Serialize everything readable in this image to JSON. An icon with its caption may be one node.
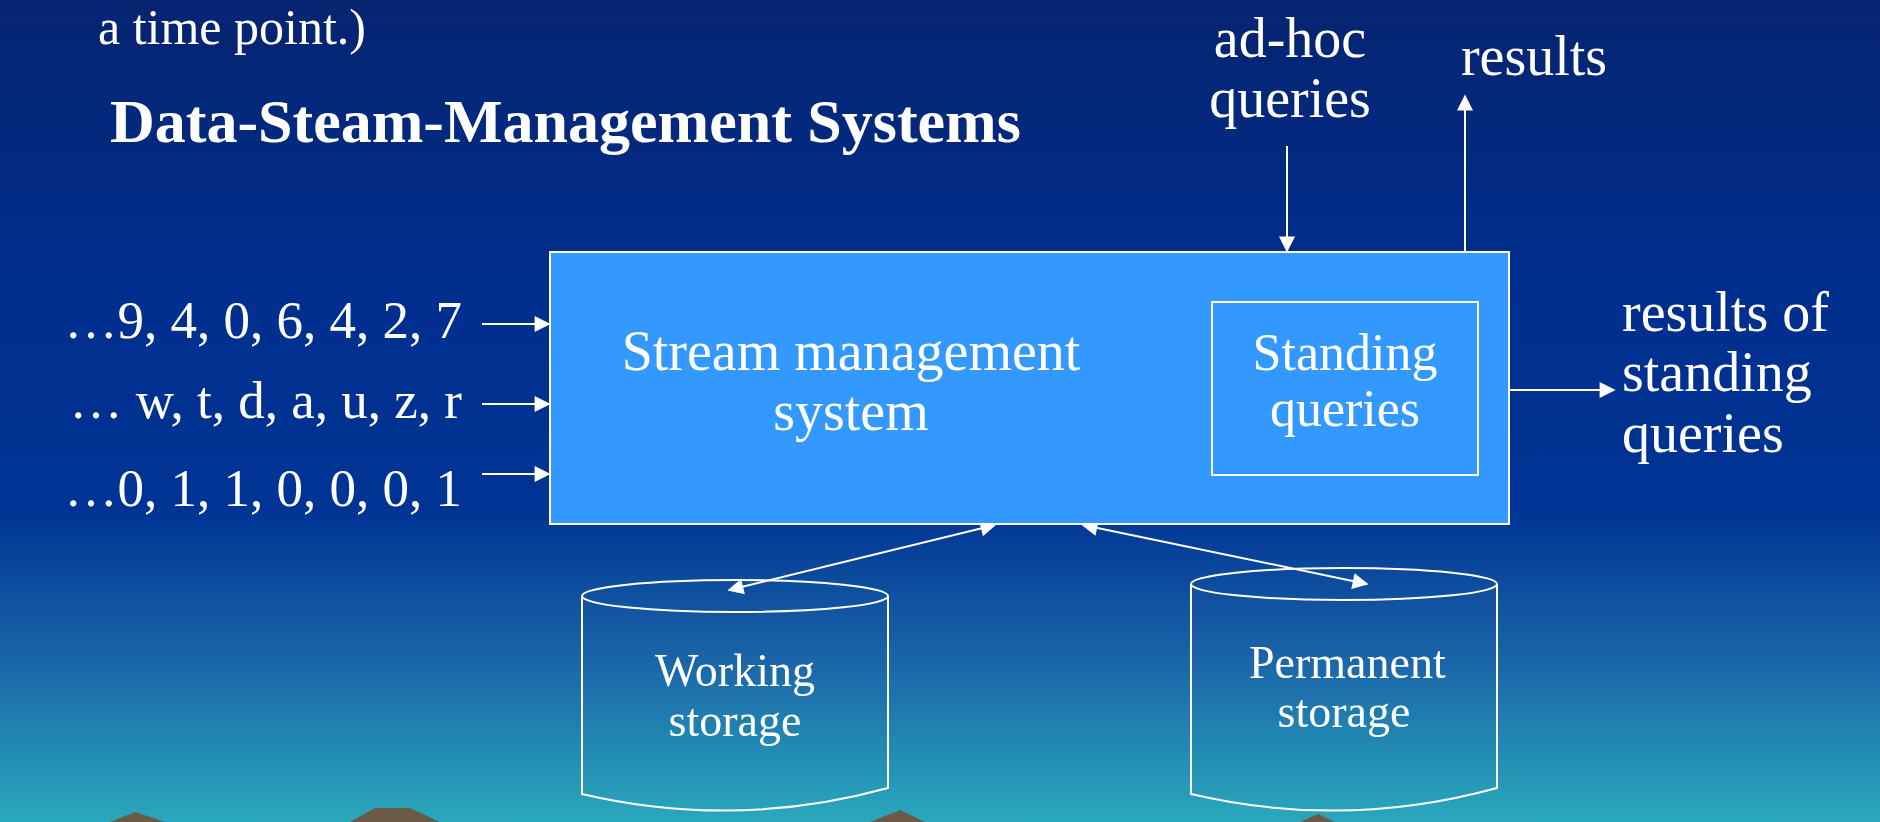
{
  "diagram": {
    "title": "Data-Steam-Management Systems",
    "nodes": [
      {
        "text": [
          "Stream management system"
        ]
      },
      {
        "text": [
          "Standing queries"
        ],
        "in": 0
      },
      {
        "text": [
          "…9, 4, 0, 6, 4, 2, 7"
        ]
      },
      {
        "text": [
          "… w, t, d, a, u, z, r"
        ]
      },
      {
        "text": [
          "…0, 1, 1, 0, 0, 0, 1"
        ]
      },
      {
        "text": [
          "ad-hoc queries"
        ]
      },
      {
        "text": [
          "results"
        ]
      },
      {
        "text": [
          "results of standing queries"
        ]
      },
      {
        "text": [
          "Working storage"
        ]
      },
      {
        "text": [
          "Permanent storage"
        ]
      }
    ],
    "edges": [
      {
        "from": 2,
        "to": 0,
        "arrow": "to"
      },
      {
        "from": 3,
        "to": 0,
        "arrow": "to"
      },
      {
        "from": 4,
        "to": 0,
        "arrow": "to"
      },
      {
        "from": 5,
        "to": 0,
        "arrow": "to"
      },
      {
        "from": 0,
        "to": 6,
        "arrow": "to"
      },
      {
        "from": 0,
        "to": 7,
        "arrow": "to"
      },
      {
        "from": 0,
        "to": 8,
        "arrow": "both"
      },
      {
        "from": 0,
        "to": 9,
        "arrow": "both"
      }
    ],
    "labels": [
      "a time point.)"
    ]
  }
}
